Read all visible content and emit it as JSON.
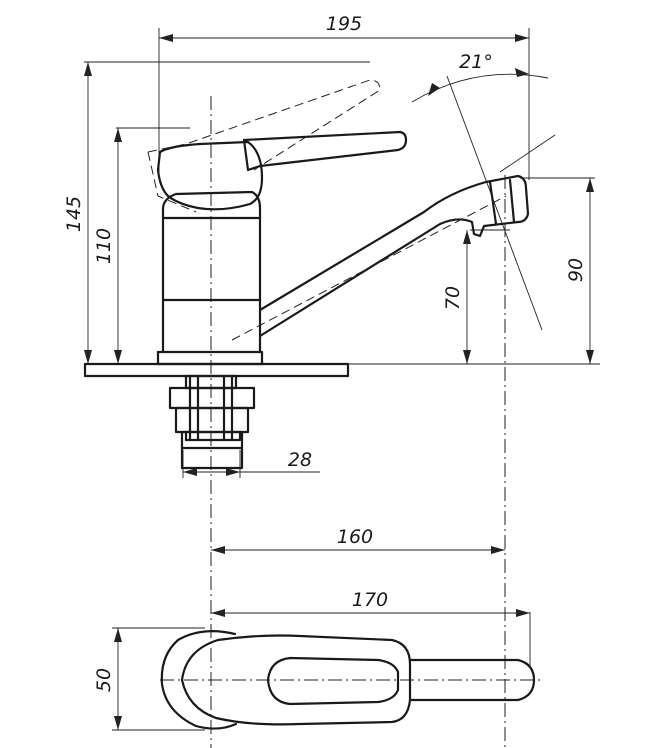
{
  "dimensions": {
    "total_length": "195",
    "angle": "21°",
    "total_height": "145",
    "body_height": "110",
    "spout_height": "70",
    "spout_top_height": "90",
    "thread_diameter": "28",
    "spout_reach": "160",
    "plan_length": "170",
    "plan_width": "50"
  }
}
